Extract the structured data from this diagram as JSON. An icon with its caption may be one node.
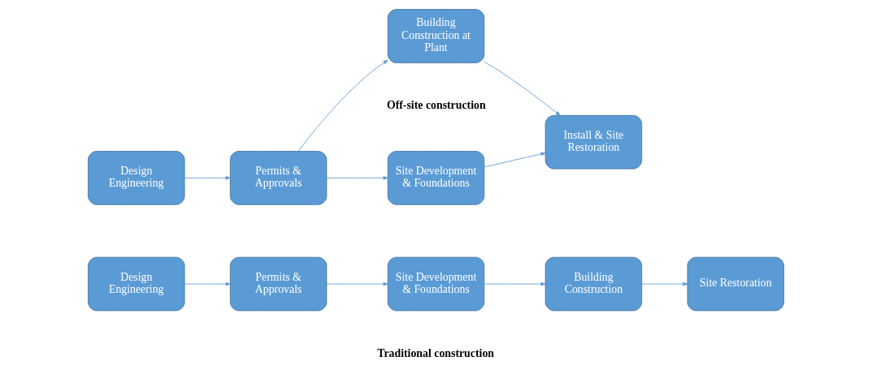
{
  "diagram": {
    "nodes": [
      {
        "text": [
          "Design Engineering"
        ]
      },
      {
        "text": [
          "Permits & Approvals"
        ]
      },
      {
        "text": [
          "Site Development & Foundations"
        ]
      },
      {
        "text": [
          "Building Construction"
        ]
      },
      {
        "text": [
          "Site Restoration"
        ]
      },
      {
        "text": [
          "Design Engineering"
        ]
      },
      {
        "text": [
          "Permits & Approvals"
        ]
      },
      {
        "text": [
          "Building Construction at Plant"
        ]
      },
      {
        "text": [
          "Site Development & Foundations"
        ]
      },
      {
        "text": [
          "Install & Site Restoration"
        ]
      }
    ],
    "edges": [
      {
        "from": 0,
        "to": 1,
        "arrow": "to"
      },
      {
        "from": 1,
        "to": 2,
        "arrow": "to"
      },
      {
        "from": 2,
        "to": 3,
        "arrow": "to"
      },
      {
        "from": 3,
        "to": 4,
        "arrow": "to"
      },
      {
        "from": 5,
        "to": 6,
        "arrow": "to"
      },
      {
        "from": 6,
        "to": 7,
        "arrow": "to"
      },
      {
        "from": 6,
        "to": 8,
        "arrow": "to"
      },
      {
        "from": 7,
        "to": 9,
        "arrow": "to"
      },
      {
        "from": 8,
        "to": 9,
        "arrow": "to"
      }
    ],
    "labels": [
      "Traditional construction",
      "Off-site construction"
    ]
  }
}
